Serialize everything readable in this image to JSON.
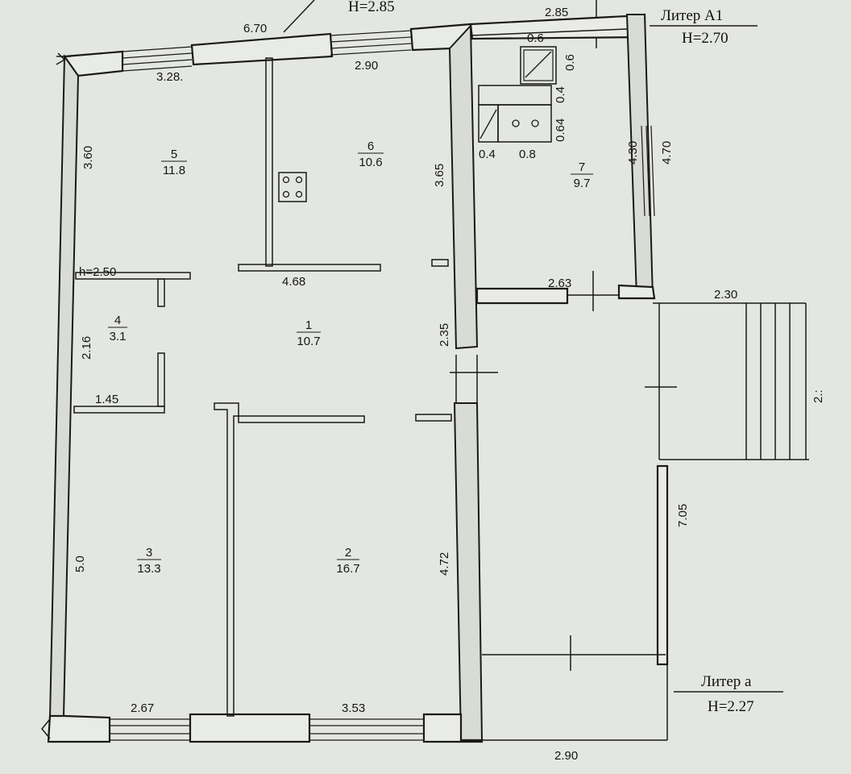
{
  "header": {
    "h_main": "Н=2.85",
    "liter_a1": "Литер А1",
    "h_a1": "Н=2.70",
    "liter_a": "Литер а",
    "h_a": "Н=2.27",
    "h_room4": "h=2.50"
  },
  "rooms": [
    {
      "number": "1",
      "area": "10.7"
    },
    {
      "number": "2",
      "area": "16.7"
    },
    {
      "number": "3",
      "area": "13.3"
    },
    {
      "number": "4",
      "area": "3.1"
    },
    {
      "number": "5",
      "area": "11.8"
    },
    {
      "number": "6",
      "area": "10.6"
    },
    {
      "number": "7",
      "area": "9.7"
    }
  ],
  "dimensions": {
    "top_total": "6.70",
    "top_a1": "2.85",
    "room5_width": "3.28.",
    "room6_width": "2.90",
    "left_room5": "3.60",
    "right_room6": "3.65",
    "hall_width": "4.68",
    "left_room4": "2.16",
    "room4_width": "1.45",
    "hall_right": "2.35",
    "left_room3": "5.0",
    "right_room2": "4.72",
    "bottom_room3": "2.67",
    "bottom_room2": "3.53",
    "bottom_veranda": "2.90",
    "kitchen_bottom": "2.63",
    "kitchen_inner": "4.30",
    "kitchen_outer": "4.70",
    "stove_w": "0.6",
    "stove_h": "0.6",
    "hob_h1": "0.4",
    "hob_h2": "0.64",
    "hob_w1": "0.4",
    "hob_w2": "0.8",
    "veranda_side": "7.05",
    "stairs_width": "2.30",
    "stairs_side": "2.:"
  }
}
